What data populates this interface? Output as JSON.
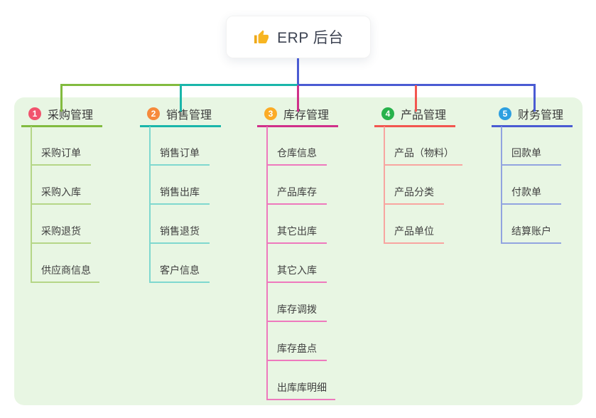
{
  "root": {
    "label": "ERP 后台",
    "icon": "thumbs-up"
  },
  "branches": [
    {
      "index": "1",
      "label": "采购管理",
      "items": [
        "采购订单",
        "采购入库",
        "采购退货",
        "供应商信息"
      ]
    },
    {
      "index": "2",
      "label": "销售管理",
      "items": [
        "销售订单",
        "销售出库",
        "销售退货",
        "客户信息"
      ]
    },
    {
      "index": "3",
      "label": "库存管理",
      "items": [
        "仓库信息",
        "产品库存",
        "其它出库",
        "其它入库",
        "库存调拨",
        "库存盘点",
        "出库库明细"
      ]
    },
    {
      "index": "4",
      "label": "产品管理",
      "items": [
        "产品（物料）",
        "产品分类",
        "产品单位"
      ]
    },
    {
      "index": "5",
      "label": "财务管理",
      "items": [
        "回款单",
        "付款单",
        "结算账户"
      ]
    }
  ],
  "colors": {
    "canvas_bg": "#ffffff",
    "panel_bg": "#e8f6e3",
    "text_dark": "#3c3c3c",
    "blue": "#4a5bd3",
    "teal": "#1ab6aa",
    "green": "#82bb3f",
    "magenta": "#d0308a",
    "red": "#f2564f",
    "light_green": "#b5d687",
    "light_teal": "#7fd8cf",
    "light_pink": "#ee79bd",
    "light_red": "#f8a5a0",
    "light_blue": "#92a4e0",
    "badge_1": "#f1536d",
    "badge_2": "#f68a3c",
    "badge_3": "#fbab26",
    "badge_4": "#27b24b",
    "badge_5": "#2d9fe0",
    "thumb_yellow": "#f7b522"
  }
}
